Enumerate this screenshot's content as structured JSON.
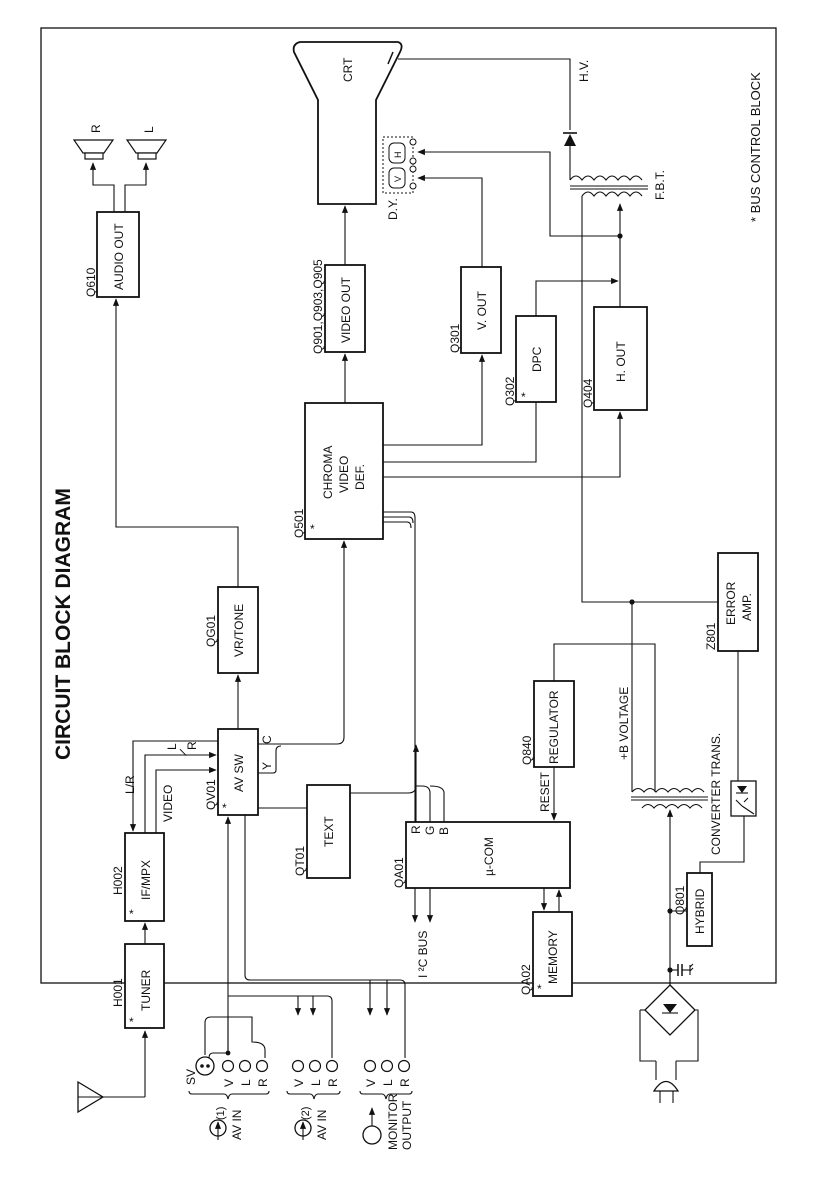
{
  "title": "CIRCUIT BLOCK DIAGRAM",
  "note": "* BUS CONTROL BLOCK",
  "blocks": {
    "audio_out": {
      "ref": "Q610",
      "label": "AUDIO OUT"
    },
    "video_out": {
      "ref": "Q901,Q903,Q905",
      "label": "VIDEO OUT"
    },
    "v_out": {
      "ref": "Q301",
      "label": "V. OUT"
    },
    "dpc": {
      "ref": "Q302",
      "label": "DPC",
      "bus": "*"
    },
    "h_out": {
      "ref": "Q404",
      "label": "H. OUT"
    },
    "chroma": {
      "ref": "Q501",
      "label1": "CHROMA",
      "label2": "VIDEO",
      "label3": "DEF.",
      "bus": "*"
    },
    "vr_tone": {
      "ref": "QG01",
      "label": "VR/TONE"
    },
    "av_sw": {
      "ref": "QV01",
      "label": "AV SW",
      "bus": "*",
      "pin_c": "C",
      "pin_y": "Y"
    },
    "text": {
      "ref": "QT01",
      "label": "TEXT"
    },
    "ucom": {
      "ref": "QA01",
      "label": "µ-COM",
      "pin_r": "R",
      "pin_g": "G",
      "pin_b": "B"
    },
    "regulator": {
      "ref": "Q840",
      "label": "REGULATOR"
    },
    "error_amp": {
      "ref": "Z801",
      "label1": "ERROR",
      "label2": "AMP."
    },
    "memory": {
      "ref": "QA02",
      "label": "MEMORY",
      "bus": "*"
    },
    "hybrid": {
      "ref": "Q801",
      "label": "HYBRID"
    },
    "tuner": {
      "ref": "H001",
      "label": "TUNER",
      "bus": "*"
    },
    "if_mpx": {
      "ref": "H002",
      "label": "IF/MPX",
      "bus": "*"
    }
  },
  "components": {
    "crt": "CRT",
    "hv": "H.V.",
    "fbt": "F.B.T.",
    "dy": "D.Y.",
    "dy_h": "H",
    "dy_v": "V",
    "speaker_r": "R",
    "speaker_l": "L",
    "b_voltage": "+B VOLTAGE",
    "converter_trans": "CONVERTER TRANS.",
    "reset": "RESET",
    "i2c_bus": "I ²C BUS"
  },
  "signals": {
    "lr": "L/R",
    "video": "VIDEO",
    "l_r_stack": [
      "L",
      "/",
      "R"
    ]
  },
  "connectors": {
    "av_in_1": {
      "label": "AV IN",
      "num": "(1)",
      "sv": "SV",
      "pins": [
        "V",
        "L",
        "R"
      ]
    },
    "av_in_2": {
      "label": "AV IN",
      "num": "(2)",
      "pins": [
        "V",
        "L",
        "R"
      ]
    },
    "monitor_output": {
      "label1": "MONITOR",
      "label2": "OUTPUT",
      "pins": [
        "V",
        "L",
        "R"
      ]
    }
  }
}
